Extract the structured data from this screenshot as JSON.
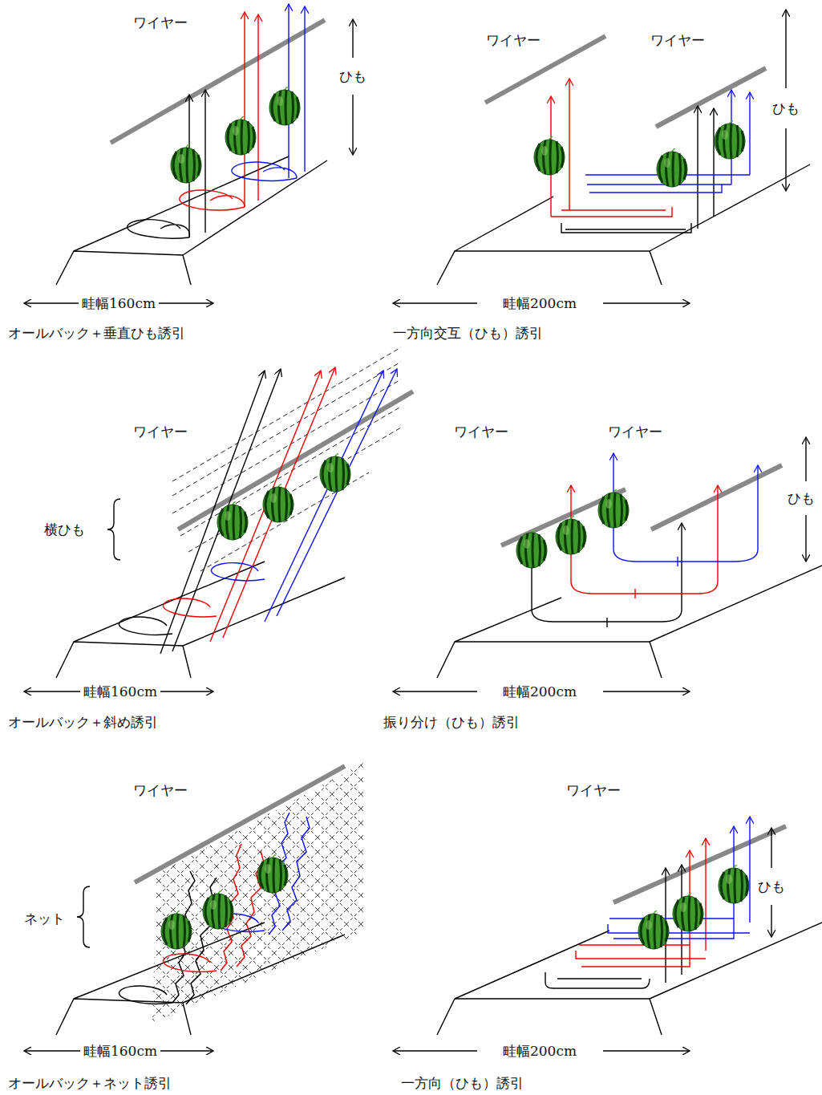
{
  "diagram": {
    "labels": [
      "ワイヤー",
      "ひも",
      "畦幅160cm",
      "オールバック＋垂直ひも誘引",
      "ワイヤー",
      "ワイヤー",
      "ひも",
      "畦幅200cm",
      "一方向交互（ひも）誘引",
      "ワイヤー",
      "横ひも",
      "畦幅160cm",
      "オールバック＋斜め誘引",
      "ワイヤー",
      "ワイヤー",
      "ひも",
      "畦幅200cm",
      "振り分け（ひも）誘引",
      "ワイヤー",
      "ネット",
      "畦幅160cm",
      "オールバック＋ネット誘引",
      "ワイヤー",
      "ひも",
      "畦幅200cm",
      "一方向（ひも）誘引"
    ]
  }
}
